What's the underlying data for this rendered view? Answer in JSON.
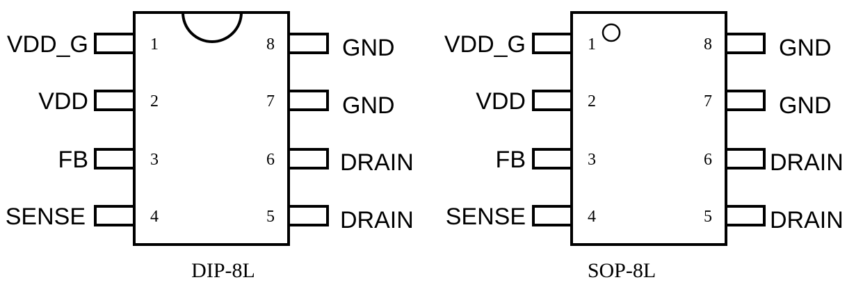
{
  "packages": [
    {
      "name": "DIP-8L",
      "marker": "notch",
      "left_pins": [
        {
          "num": "1",
          "label": "VDD_G"
        },
        {
          "num": "2",
          "label": "VDD"
        },
        {
          "num": "3",
          "label": "FB"
        },
        {
          "num": "4",
          "label": "SENSE"
        }
      ],
      "right_pins": [
        {
          "num": "8",
          "label": "GND"
        },
        {
          "num": "7",
          "label": "GND"
        },
        {
          "num": "6",
          "label": "DRAIN"
        },
        {
          "num": "5",
          "label": "DRAIN"
        }
      ]
    },
    {
      "name": "SOP-8L",
      "marker": "dot",
      "left_pins": [
        {
          "num": "1",
          "label": "VDD_G"
        },
        {
          "num": "2",
          "label": "VDD"
        },
        {
          "num": "3",
          "label": "FB"
        },
        {
          "num": "4",
          "label": "SENSE"
        }
      ],
      "right_pins": [
        {
          "num": "8",
          "label": "GND"
        },
        {
          "num": "7",
          "label": "GND"
        },
        {
          "num": "6",
          "label": "DRAIN"
        },
        {
          "num": "5",
          "label": "DRAIN"
        }
      ]
    }
  ]
}
